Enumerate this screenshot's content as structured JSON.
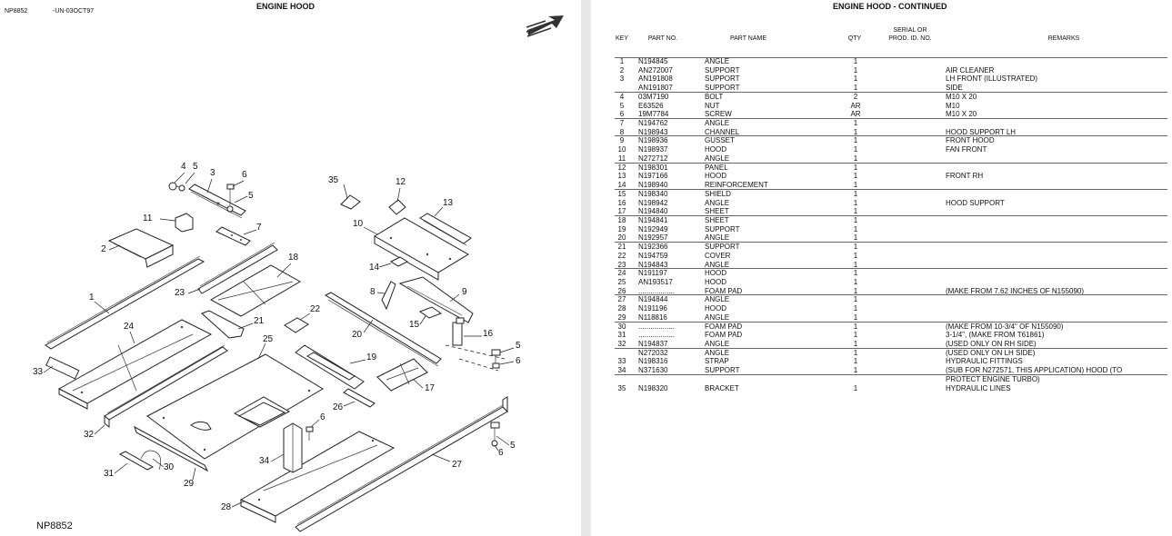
{
  "left_page": {
    "doc_number": "NP8852",
    "date_code": "-UN-03OCT97",
    "title": "ENGINE HOOD",
    "figure_label": "NP8852",
    "callouts": [
      "1",
      "2",
      "3",
      "4",
      "5",
      "5",
      "5",
      "5",
      "6",
      "6",
      "6",
      "6",
      "7",
      "8",
      "9",
      "10",
      "11",
      "12",
      "13",
      "14",
      "15",
      "16",
      "17",
      "18",
      "19",
      "20",
      "21",
      "22",
      "23",
      "24",
      "25",
      "26",
      "27",
      "28",
      "29",
      "30",
      "31",
      "32",
      "33",
      "34",
      "35"
    ]
  },
  "right_page": {
    "title": "ENGINE HOOD - CONTINUED",
    "columns": {
      "key": "KEY",
      "part_no": "PART NO.",
      "part_name": "PART NAME",
      "qty": "QTY",
      "serial_1": "SERIAL OR",
      "serial_2": "PROD. ID. NO.",
      "remarks": "REMARKS"
    },
    "rows": [
      {
        "key": "1",
        "part_no": "N194845",
        "name": "ANGLE",
        "qty": "1",
        "remarks": ""
      },
      {
        "key": "2",
        "part_no": "AN272007",
        "name": "SUPPORT",
        "qty": "1",
        "remarks": "AIR CLEANER"
      },
      {
        "key": "3",
        "part_no": "AN191808",
        "name": "SUPPORT",
        "qty": "1",
        "remarks": "LH FRONT (ILLUSTRATED)"
      },
      {
        "key": "",
        "part_no": "AN191807",
        "name": "SUPPORT",
        "qty": "1",
        "remarks": "SIDE"
      },
      {
        "key": "4",
        "part_no": "03M7190",
        "name": "BOLT",
        "qty": "2",
        "remarks": "M10 X 20"
      },
      {
        "key": "5",
        "part_no": "E63526",
        "name": "NUT",
        "qty": "AR",
        "remarks": "M10"
      },
      {
        "key": "6",
        "part_no": "19M7784",
        "name": "SCREW",
        "qty": "AR",
        "remarks": "M10 X 20"
      },
      {
        "key": "7",
        "part_no": "N194762",
        "name": "ANGLE",
        "qty": "1",
        "remarks": ""
      },
      {
        "key": "8",
        "part_no": "N198943",
        "name": "CHANNEL",
        "qty": "1",
        "remarks": "HOOD SUPPORT LH"
      },
      {
        "key": "9",
        "part_no": "N198936",
        "name": "GUSSET",
        "qty": "1",
        "remarks": "FRONT HOOD"
      },
      {
        "key": "10",
        "part_no": "N198937",
        "name": "HOOD",
        "qty": "1",
        "remarks": "FAN FRONT"
      },
      {
        "key": "11",
        "part_no": "N272712",
        "name": "ANGLE",
        "qty": "1",
        "remarks": ""
      },
      {
        "key": "12",
        "part_no": "N198301",
        "name": "PANEL",
        "qty": "1",
        "remarks": ""
      },
      {
        "key": "13",
        "part_no": "N197166",
        "name": "HOOD",
        "qty": "1",
        "remarks": "FRONT RH"
      },
      {
        "key": "14",
        "part_no": "N198940",
        "name": "REINFORCEMENT",
        "qty": "1",
        "remarks": ""
      },
      {
        "key": "15",
        "part_no": "N198340",
        "name": "SHIELD",
        "qty": "1",
        "remarks": ""
      },
      {
        "key": "16",
        "part_no": "N198942",
        "name": "ANGLE",
        "qty": "1",
        "remarks": "HOOD SUPPORT"
      },
      {
        "key": "17",
        "part_no": "N194840",
        "name": "SHEET",
        "qty": "1",
        "remarks": ""
      },
      {
        "key": "18",
        "part_no": "N194841",
        "name": "SHEET",
        "qty": "1",
        "remarks": ""
      },
      {
        "key": "19",
        "part_no": "N192949",
        "name": "SUPPORT",
        "qty": "1",
        "remarks": ""
      },
      {
        "key": "20",
        "part_no": "N192957",
        "name": "ANGLE",
        "qty": "1",
        "remarks": ""
      },
      {
        "key": "21",
        "part_no": "N192366",
        "name": "SUPPORT",
        "qty": "1",
        "remarks": ""
      },
      {
        "key": "22",
        "part_no": "N194759",
        "name": "COVER",
        "qty": "1",
        "remarks": ""
      },
      {
        "key": "23",
        "part_no": "N194843",
        "name": "ANGLE",
        "qty": "1",
        "remarks": ""
      },
      {
        "key": "24",
        "part_no": "N191197",
        "name": "HOOD",
        "qty": "1",
        "remarks": ""
      },
      {
        "key": "25",
        "part_no": "AN193517",
        "name": "HOOD",
        "qty": "1",
        "remarks": ""
      },
      {
        "key": "26",
        "part_no": "..................",
        "name": "FOAM PAD",
        "qty": "1",
        "remarks": "(MAKE FROM 7.62 INCHES OF N155090)"
      },
      {
        "key": "27",
        "part_no": "N194844",
        "name": "ANGLE",
        "qty": "1",
        "remarks": ""
      },
      {
        "key": "28",
        "part_no": "N191196",
        "name": "HOOD",
        "qty": "1",
        "remarks": ""
      },
      {
        "key": "29",
        "part_no": "N118816",
        "name": "ANGLE",
        "qty": "1",
        "remarks": ""
      },
      {
        "key": "30",
        "part_no": "..................",
        "name": "FOAM PAD",
        "qty": "1",
        "remarks": "(MAKE FROM 10-3/4\" OF N155090)"
      },
      {
        "key": "31",
        "part_no": "..................",
        "name": "FOAM PAD",
        "qty": "1",
        "remarks": "3-1/4\", (MAKE FROM T61861)"
      },
      {
        "key": "32",
        "part_no": "N194837",
        "name": "ANGLE",
        "qty": "1",
        "remarks": "(USED ONLY ON RH SIDE)"
      },
      {
        "key": "",
        "part_no": "N272032",
        "name": "ANGLE",
        "qty": "1",
        "remarks": "(USED ONLY ON LH SIDE)"
      },
      {
        "key": "33",
        "part_no": "N198316",
        "name": "STRAP",
        "qty": "1",
        "remarks": "HYDRAULIC FITTINGS"
      },
      {
        "key": "34",
        "part_no": "N371630",
        "name": "SUPPORT",
        "qty": "1",
        "remarks": "(SUB FOR N272571, THIS APPLICATION) HOOD (TO"
      },
      {
        "key": "",
        "part_no": "",
        "name": "",
        "qty": "",
        "remarks": "  PROTECT ENGINE TURBO)"
      },
      {
        "key": "35",
        "part_no": "N198320",
        "name": "BRACKET",
        "qty": "1",
        "remarks": "HYDRAULIC LINES"
      }
    ]
  }
}
